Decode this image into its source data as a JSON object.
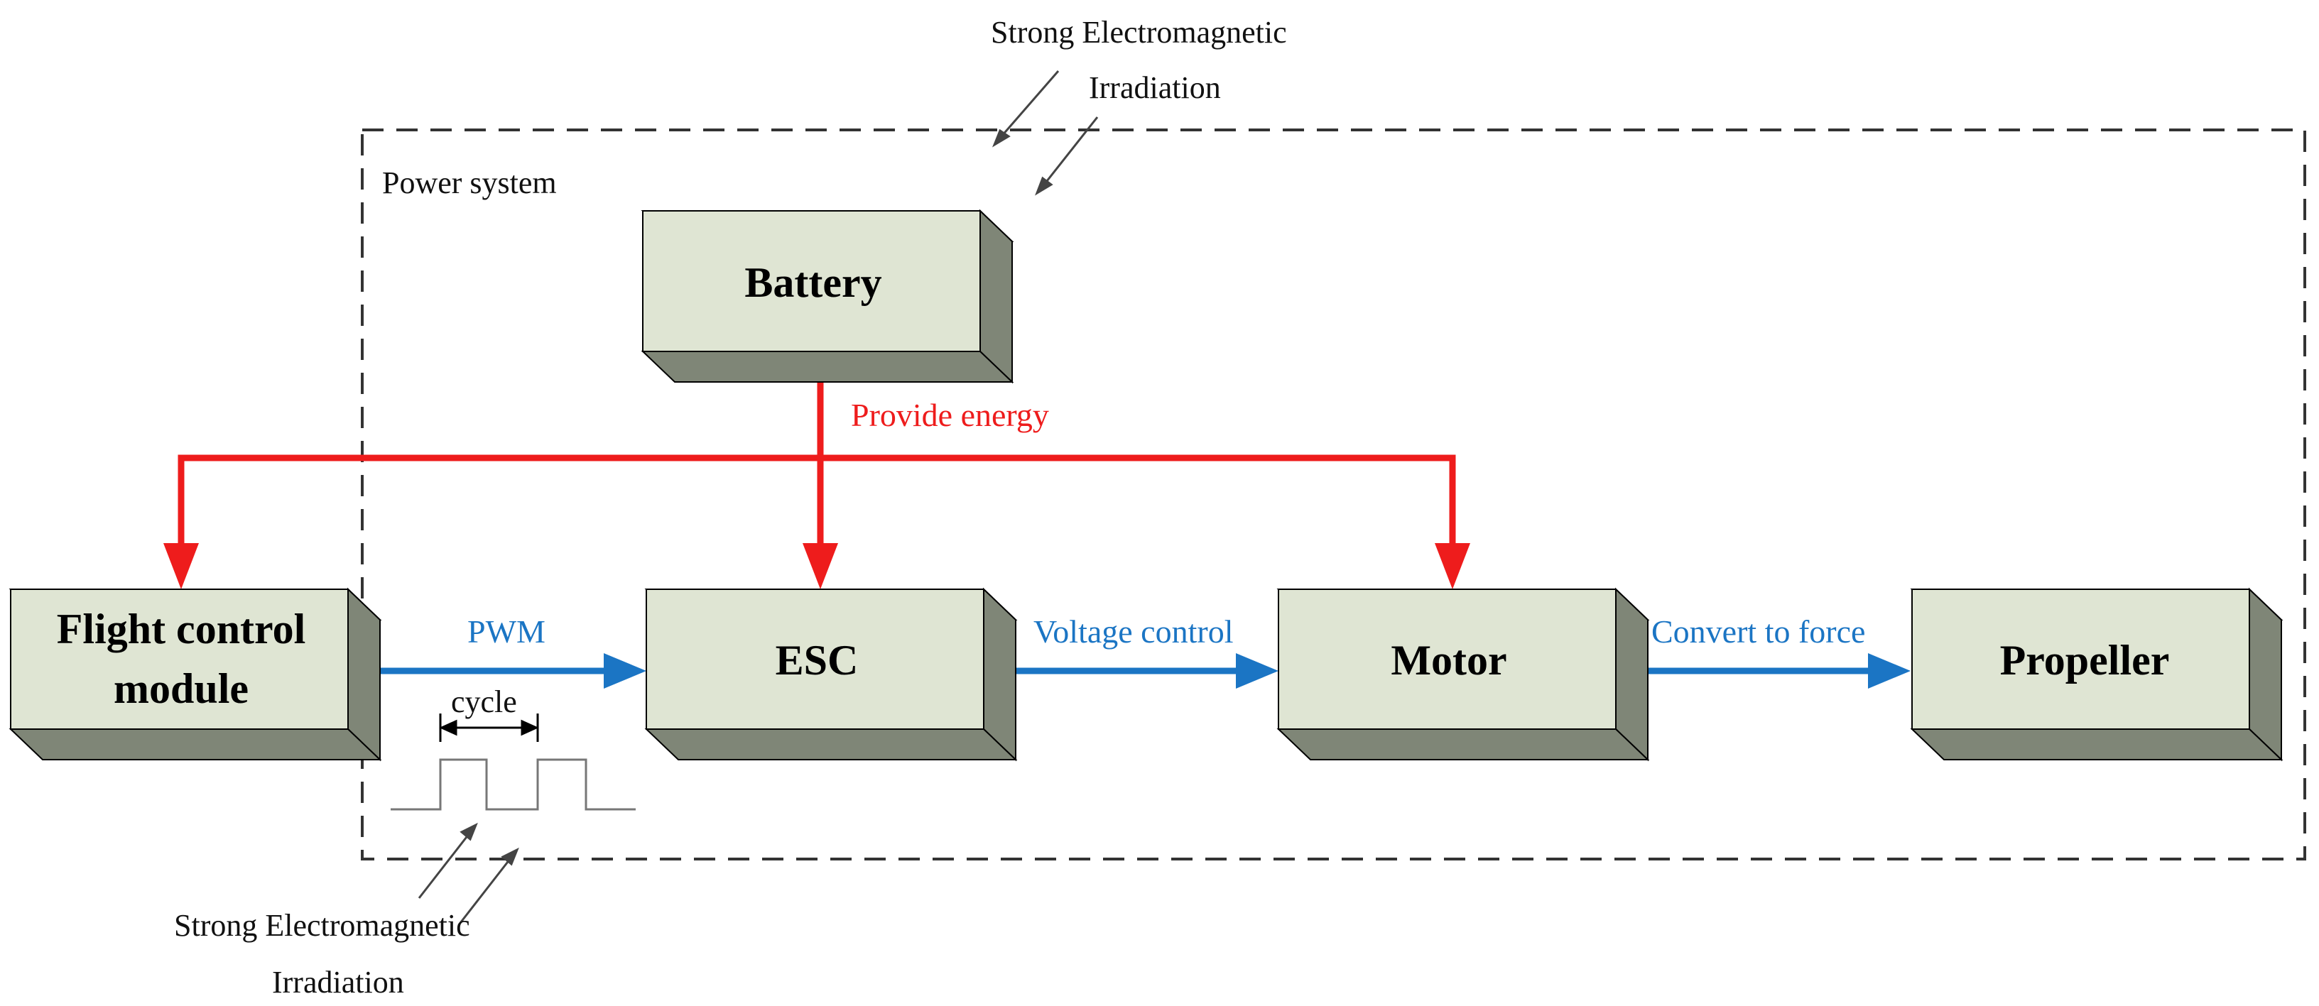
{
  "colors": {
    "box_face": "#dfe5d3",
    "box_side": "#7f8677",
    "box_top": "#b5bcaa",
    "energy": "#ee1c1c",
    "signal": "#1b75c4",
    "frame": "#333333"
  },
  "frame": {
    "label": "Power system"
  },
  "blocks": {
    "battery": "Battery",
    "flight_control_line1": "Flight control",
    "flight_control_line2": "module",
    "esc": "ESC",
    "motor": "Motor",
    "propeller": "Propeller"
  },
  "flows": {
    "provide_energy": "Provide energy",
    "pwm": "PWM",
    "voltage_control": "Voltage control",
    "convert_to_force": "Convert to force",
    "cycle": "cycle"
  },
  "annotations": {
    "top_line1": "Strong Electromagnetic",
    "top_line2": "Irradiation",
    "bottom_line1": "Strong Electromagnetic",
    "bottom_line2": "Irradiation"
  }
}
